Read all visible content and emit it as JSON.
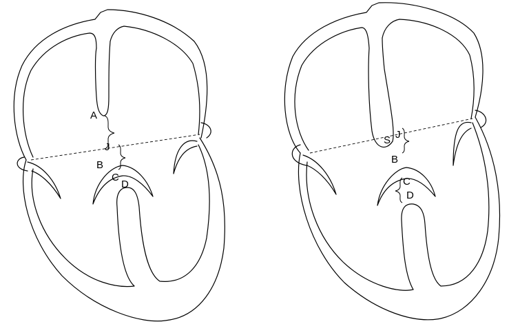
{
  "left_heart": {
    "labels": {
      "a": "A",
      "j": "J",
      "b": "B",
      "c": "C",
      "d": "D"
    }
  },
  "right_heart": {
    "labels": {
      "s": "S",
      "j": "J",
      "b": "B",
      "c": "C",
      "d": "D"
    }
  },
  "colors": {
    "line": "#000000",
    "background": "#ffffff"
  }
}
